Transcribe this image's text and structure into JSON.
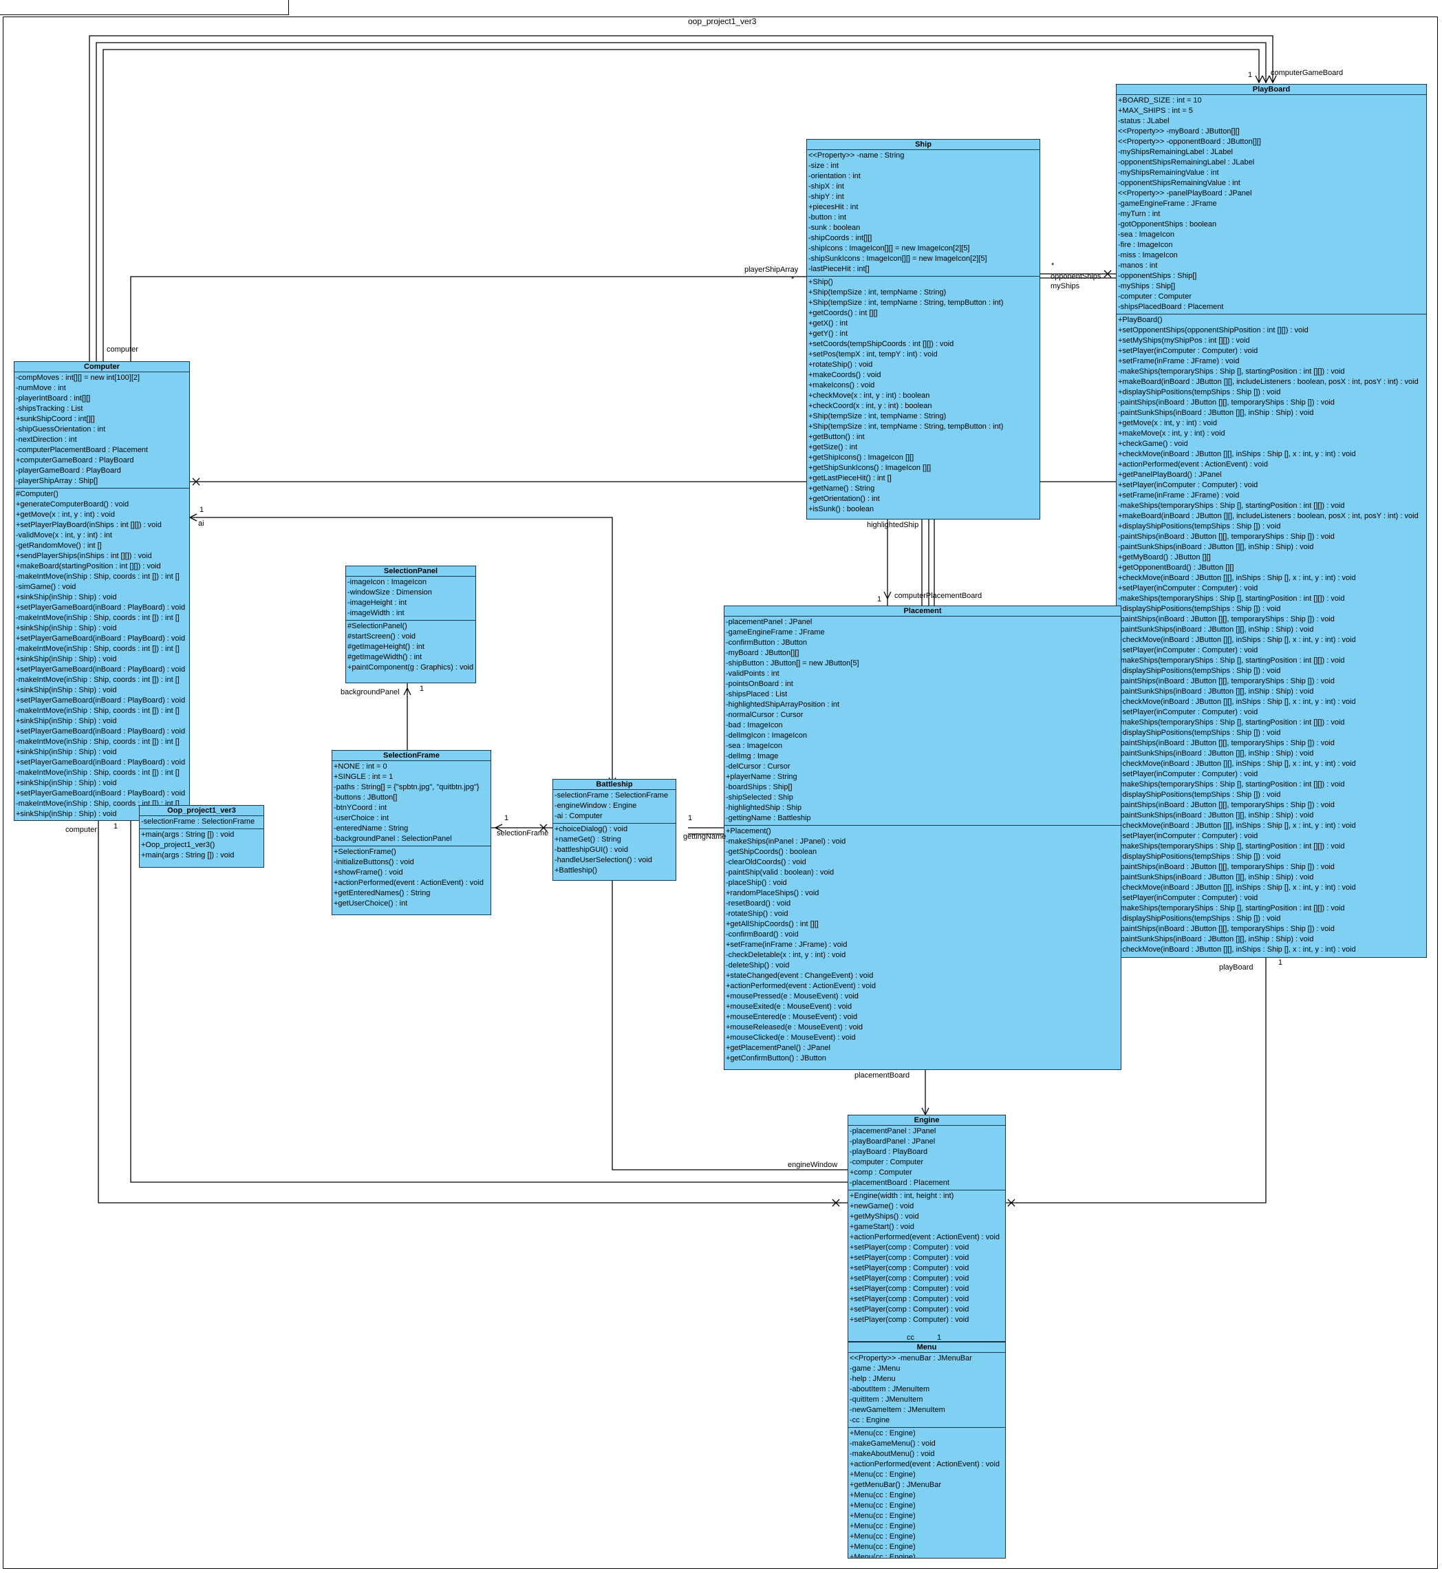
{
  "package": "oop_project1_ver3",
  "classes": {
    "playboard": {
      "name": "PlayBoard",
      "attributes": [
        "+BOARD_SIZE : int = 10",
        "+MAX_SHIPS : int = 5",
        "-status : JLabel",
        "<<Property>> -myBoard : JButton[][]",
        "<<Property>> -opponentBoard : JButton[][]",
        "-myShipsRemainingLabel : JLabel",
        "-opponentShipsRemainingLabel : JLabel",
        "-myShipsRemainingValue : int",
        "-opponentShipsRemainingValue : int",
        "<<Property>> -panelPlayBoard : JPanel",
        "-gameEngineFrame : JFrame",
        "-myTurn : int",
        "-gotOpponentShips : boolean",
        "-sea : ImageIcon",
        "-fire : ImageIcon",
        "-miss : ImageIcon",
        "-manos : int",
        "-opponentShips : Ship[]",
        "-myShips : Ship[]",
        "-computer : Computer",
        "-shipsPlacedBoard : Placement"
      ],
      "operations": [
        "+PlayBoard()",
        "+setOpponentShips(opponentShipPosition : int [][]) : void",
        "+setMyShips(myShipPos : int [][]) : void",
        "+setPlayer(inComputer : Computer) : void",
        "+setFrame(inFrame : JFrame) : void",
        "-makeShips(temporaryShips : Ship [], startingPosition : int [][]) : void",
        "+makeBoard(inBoard : JButton [][], includeListeners : boolean, posX : int, posY : int) : void",
        "+displayShipPositions(tempShips : Ship []) : void",
        "-paintShips(inBoard : JButton [][], temporaryShips : Ship []) : void",
        "-paintSunkShips(inBoard : JButton [][], inShip : Ship) : void",
        "+getMove(x : int, y : int) : void",
        "+makeMove(x : int, y : int) : void",
        "+checkGame() : void",
        "+checkMove(inBoard : JButton [][], inShips : Ship [], x : int, y : int) : void",
        "+actionPerformed(event : ActionEvent) : void",
        "+getPanelPlayBoard() : JPanel",
        "+setPlayer(inComputer : Computer) : void",
        "+setFrame(inFrame : JFrame) : void",
        "-makeShips(temporaryShips : Ship [], startingPosition : int [][]) : void",
        "+makeBoard(inBoard : JButton [][], includeListeners : boolean, posX : int, posY : int) : void",
        "+displayShipPositions(tempShips : Ship []) : void",
        "-paintShips(inBoard : JButton [][], temporaryShips : Ship []) : void",
        "-paintSunkShips(inBoard : JButton [][], inShip : Ship) : void",
        "+getMyBoard() : JButton [][]",
        "+getOpponentBoard() : JButton [][]",
        "+checkMove(inBoard : JButton [][], inShips : Ship [], x : int, y : int) : void",
        "+setPlayer(inComputer : Computer) : void",
        "-makeShips(temporaryShips : Ship [], startingPosition : int [][]) : void",
        "+displayShipPositions(tempShips : Ship []) : void",
        "-paintShips(inBoard : JButton [][], temporaryShips : Ship []) : void",
        "-paintSunkShips(inBoard : JButton [][], inShip : Ship) : void",
        "+checkMove(inBoard : JButton [][], inShips : Ship [], x : int, y : int) : void",
        "+setPlayer(inComputer : Computer) : void",
        "-makeShips(temporaryShips : Ship [], startingPosition : int [][]) : void",
        "+displayShipPositions(tempShips : Ship []) : void",
        "-paintShips(inBoard : JButton [][], temporaryShips : Ship []) : void",
        "-paintSunkShips(inBoard : JButton [][], inShip : Ship) : void",
        "+checkMove(inBoard : JButton [][], inShips : Ship [], x : int, y : int) : void",
        "+setPlayer(inComputer : Computer) : void",
        "-makeShips(temporaryShips : Ship [], startingPosition : int [][]) : void",
        "+displayShipPositions(tempShips : Ship []) : void",
        "-paintShips(inBoard : JButton [][], temporaryShips : Ship []) : void",
        "-paintSunkShips(inBoard : JButton [][], inShip : Ship) : void",
        "+checkMove(inBoard : JButton [][], inShips : Ship [], x : int, y : int) : void",
        "+setPlayer(inComputer : Computer) : void",
        "-makeShips(temporaryShips : Ship [], startingPosition : int [][]) : void",
        "+displayShipPositions(tempShips : Ship []) : void",
        "-paintShips(inBoard : JButton [][], temporaryShips : Ship []) : void",
        "-paintSunkShips(inBoard : JButton [][], inShip : Ship) : void",
        "+checkMove(inBoard : JButton [][], inShips : Ship [], x : int, y : int) : void",
        "+setPlayer(inComputer : Computer) : void",
        "-makeShips(temporaryShips : Ship [], startingPosition : int [][]) : void",
        "+displayShipPositions(tempShips : Ship []) : void",
        "-paintShips(inBoard : JButton [][], temporaryShips : Ship []) : void",
        "-paintSunkShips(inBoard : JButton [][], inShip : Ship) : void",
        "+checkMove(inBoard : JButton [][], inShips : Ship [], x : int, y : int) : void",
        "+setPlayer(inComputer : Computer) : void",
        "-makeShips(temporaryShips : Ship [], startingPosition : int [][]) : void",
        "+displayShipPositions(tempShips : Ship []) : void",
        "-paintShips(inBoard : JButton [][], temporaryShips : Ship []) : void",
        "-paintSunkShips(inBoard : JButton [][], inShip : Ship) : void",
        "+checkMove(inBoard : JButton [][], inShips : Ship [], x : int, y : int) : void"
      ]
    },
    "ship": {
      "name": "Ship",
      "attributes": [
        "<<Property>> -name : String",
        "-size : int",
        "-orientation : int",
        "-shipX : int",
        "-shipY : int",
        "+piecesHit : int",
        "-button : int",
        "-sunk : boolean",
        "-shipCoords : int[][]",
        "-shipIcons : ImageIcon[][] = new ImageIcon[2][5]",
        "-shipSunkIcons : ImageIcon[][] = new ImageIcon[2][5]",
        "-lastPieceHit : int[]"
      ],
      "operations": [
        "+Ship()",
        "+Ship(tempSize : int, tempName : String)",
        "+Ship(tempSize : int, tempName : String, tempButton : int)",
        "+getCoords() : int [][]",
        "+getX() : int",
        "+getY() : int",
        "+setCoords(tempShipCoords : int [][]) : void",
        "+setPos(tempX : int, tempY : int) : void",
        "+rotateShip() : void",
        "+makeCoords() : void",
        "+makeIcons() : void",
        "+checkMove(x : int, y : int) : boolean",
        "+checkCoord(x : int, y : int) : boolean",
        "+Ship(tempSize : int, tempName : String)",
        "+Ship(tempSize : int, tempName : String, tempButton : int)",
        "+getButton() : int",
        "+getSize() : int",
        "+getShipIcons() : ImageIcon [][]",
        "+getShipSunkIcons() : ImageIcon [][]",
        "+getLastPieceHit() : int []",
        "+getName() : String",
        "+getOrientation() : int",
        "+isSunk() : boolean"
      ]
    },
    "computer": {
      "name": "Computer",
      "attributes": [
        "-compMoves : int[][] = new int[100][2]",
        "-numMove : int",
        "-playerIntBoard : int[][]",
        "-shipsTracking : List",
        "+sunkShipCoord : int[][]",
        "-shipGuessOrientation : int",
        "-nextDirection : int",
        "-computerPlacementBoard : Placement",
        "+computerGameBoard : PlayBoard",
        "-playerGameBoard : PlayBoard",
        "-playerShipArray : Ship[]"
      ],
      "operations": [
        "#Computer()",
        "+generateComputerBoard() : void",
        "+getMove(x : int, y : int) : void",
        "+setPlayerPlayBoard(inShips : int [][]) : void",
        "-validMove(x : int, y : int) : int",
        "-getRandomMove() : int []",
        "+sendPlayerShips(inShips : int [][]) : void",
        "+makeBoard(startingPosition : int [][]) : void",
        "-makeIntMove(inShip : Ship, coords : int []) : int []",
        "-simGame() : void",
        "+sinkShip(inShip : Ship) : void",
        "+setPlayerGameBoard(inBoard : PlayBoard) : void",
        "-makeIntMove(inShip : Ship, coords : int []) : int []",
        "+sinkShip(inShip : Ship) : void",
        "+setPlayerGameBoard(inBoard : PlayBoard) : void",
        "-makeIntMove(inShip : Ship, coords : int []) : int []",
        "+sinkShip(inShip : Ship) : void",
        "+setPlayerGameBoard(inBoard : PlayBoard) : void",
        "-makeIntMove(inShip : Ship, coords : int []) : int []",
        "+sinkShip(inShip : Ship) : void",
        "+setPlayerGameBoard(inBoard : PlayBoard) : void",
        "-makeIntMove(inShip : Ship, coords : int []) : int []",
        "+sinkShip(inShip : Ship) : void",
        "+setPlayerGameBoard(inBoard : PlayBoard) : void",
        "-makeIntMove(inShip : Ship, coords : int []) : int []",
        "+sinkShip(inShip : Ship) : void",
        "+setPlayerGameBoard(inBoard : PlayBoard) : void",
        "-makeIntMove(inShip : Ship, coords : int []) : int []",
        "+sinkShip(inShip : Ship) : void",
        "+setPlayerGameBoard(inBoard : PlayBoard) : void",
        "-makeIntMove(inShip : Ship, coords : int []) : int []",
        "+sinkShip(inShip : Ship) : void"
      ]
    },
    "selectionpanel": {
      "name": "SelectionPanel",
      "attributes": [
        "-imageIcon : ImageIcon",
        "-windowSize : Dimension",
        "-imageHeight : int",
        "-imageWidth : int"
      ],
      "operations": [
        "#SelectionPanel()",
        "#startScreen() : void",
        "#getImageHeight() : int",
        "#getImageWidth() : int",
        "+paintComponent(g : Graphics) : void"
      ]
    },
    "selectionframe": {
      "name": "SelectionFrame",
      "attributes": [
        "+NONE : int = 0",
        "+SINGLE : int = 1",
        "-paths : String[] = {\"spbtn.jpg\", \"quitbtn.jpg\"}",
        "-buttons : JButton[]",
        "-btnYCoord : int",
        "-userChoice : int",
        "-enteredName : String",
        "-backgroundPanel : SelectionPanel"
      ],
      "operations": [
        "+SelectionFrame()",
        "-initializeButtons() : void",
        "+showFrame() : void",
        "+actionPerformed(event : ActionEvent) : void",
        "+getEnteredNames() : String",
        "+getUserChoice() : int"
      ]
    },
    "battleship": {
      "name": "Battleship",
      "attributes": [
        "-selectionFrame : SelectionFrame",
        "-engineWindow : Engine",
        "-ai : Computer"
      ],
      "operations": [
        "+choiceDialog() : void",
        "+nameGet() : String",
        "-battleshipGUI() : void",
        "-handleUserSelection() : void",
        "+Battleship()"
      ]
    },
    "oop": {
      "name": "Oop_project1_ver3",
      "attributes": [
        "-selectionFrame : SelectionFrame"
      ],
      "operations": [
        "+main(args : String []) : void",
        "+Oop_project1_ver3()",
        "+main(args : String []) : void"
      ]
    },
    "placement": {
      "name": "Placement",
      "attributes": [
        "-placementPanel : JPanel",
        "-gameEngineFrame : JFrame",
        "-confirmButton : JButton",
        "-myBoard : JButton[][]",
        "-shipButton : JButton[] = new JButton[5]",
        "-validPoints : int",
        "-pointsOnBoard : int",
        "-shipsPlaced : List",
        "-highlightedShipArrayPosition : int",
        "-normalCursor : Cursor",
        "-bad : ImageIcon",
        "-delImgIcon : ImageIcon",
        "-sea : ImageIcon",
        "-delImg : Image",
        "-delCursor : Cursor",
        "+playerName : String",
        "-boardShips : Ship[]",
        "-shipSelected : Ship",
        "-highlightedShip : Ship",
        "-gettingName : Battleship"
      ],
      "operations": [
        "+Placement()",
        "-makeShips(inPanel : JPanel) : void",
        "-getShipCoords() : boolean",
        "-clearOldCoords() : void",
        "-paintShip(valid : boolean) : void",
        "-placeShip() : void",
        "+randomPlaceShips() : void",
        "-resetBoard() : void",
        "-rotateShip() : void",
        "+getAllShipCoords() : int [][]",
        "-confirmBoard() : void",
        "+setFrame(inFrame : JFrame) : void",
        "-checkDeletable(x : int, y : int) : void",
        "-deleteShip() : void",
        "+stateChanged(event : ChangeEvent) : void",
        "+actionPerformed(event : ActionEvent) : void",
        "+mousePressed(e : MouseEvent) : void",
        "+mouseExited(e : MouseEvent) : void",
        "+mouseEntered(e : MouseEvent) : void",
        "+mouseReleased(e : MouseEvent) : void",
        "+mouseClicked(e : MouseEvent) : void",
        "+getPlacementPanel() : JPanel",
        "+getConfirmButton() : JButton"
      ]
    },
    "engine": {
      "name": "Engine",
      "attributes": [
        "-placementPanel : JPanel",
        "-playBoardPanel : JPanel",
        "-playBoard : PlayBoard",
        "-computer : Computer",
        "+comp : Computer",
        "-placementBoard : Placement"
      ],
      "operations": [
        "+Engine(width : int, height : int)",
        "+newGame() : void",
        "+getMyShips() : void",
        "+gameStart() : void",
        "+actionPerformed(event : ActionEvent) : void",
        "+setPlayer(comp : Computer) : void",
        "+setPlayer(comp : Computer) : void",
        "+setPlayer(comp : Computer) : void",
        "+setPlayer(comp : Computer) : void",
        "+setPlayer(comp : Computer) : void",
        "+setPlayer(comp : Computer) : void",
        "+setPlayer(comp : Computer) : void",
        "+setPlayer(comp : Computer) : void"
      ]
    },
    "menu": {
      "name": "Menu",
      "attributes": [
        "<<Property>> -menuBar : JMenuBar",
        "-game : JMenu",
        "-help : JMenu",
        "-aboutItem : JMenuItem",
        "-quitItem : JMenuItem",
        "-newGameItem : JMenuItem",
        "-cc : Engine"
      ],
      "operations": [
        "+Menu(cc : Engine)",
        "-makeGameMenu() : void",
        "-makeAboutMenu() : void",
        "+actionPerformed(event : ActionEvent) : void",
        "+Menu(cc : Engine)",
        "+getMenuBar() : JMenuBar",
        "+Menu(cc : Engine)",
        "+Menu(cc : Engine)",
        "+Menu(cc : Engine)",
        "+Menu(cc : Engine)",
        "+Menu(cc : Engine)",
        "+Menu(cc : Engine)",
        "+Menu(cc : Engine)"
      ]
    }
  },
  "labels": {
    "player_ship_array": "playerShipArray",
    "opponent_ships": "opponentShips",
    "my_ships": "myShips",
    "computer_game_board": "computerGameBoard",
    "computer_top": "computer",
    "computer_bottom": "computer",
    "ai": "ai",
    "background_panel": "backgroundPanel",
    "selection_frame": "selectionFrame",
    "getting_name": "gettingName",
    "highlighted_ship": "highlightedShip",
    "computer_placement_board": "computerPlacementBoard",
    "play_board": "playBoard",
    "placement_board": "placementBoard",
    "engine_window": "engineWindow",
    "cc": "cc",
    "mult_one": "1",
    "mult_many": "*"
  }
}
